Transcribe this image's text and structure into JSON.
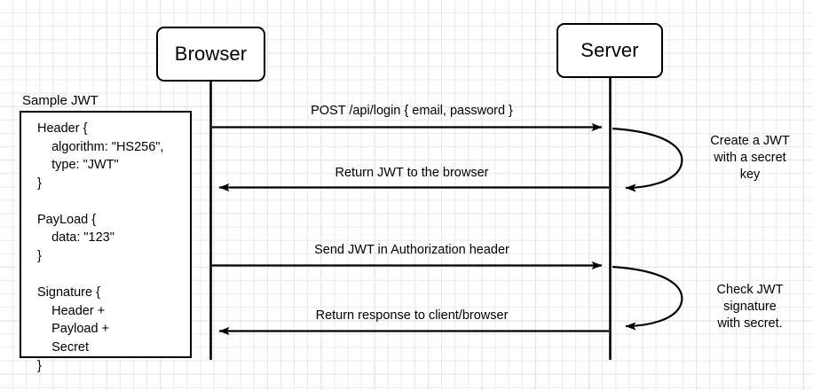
{
  "diagram": {
    "title": "JWT authentication sequence diagram",
    "background": "#ffffff",
    "grid_color": "#e8e8e8",
    "grid_major_color": "#d6d6d6",
    "line_color": "#000000"
  },
  "actors": [
    {
      "id": "browser",
      "label": "Browser"
    },
    {
      "id": "server",
      "label": "Server"
    }
  ],
  "messages": [
    {
      "id": "m1",
      "label": "POST /api/login { email, password }",
      "direction": "right"
    },
    {
      "id": "m2",
      "label": "Return JWT to the browser",
      "direction": "left"
    },
    {
      "id": "m3",
      "label": "Send JWT in Authorization header",
      "direction": "right"
    },
    {
      "id": "m4",
      "label": "Return response to client/browser",
      "direction": "left"
    }
  ],
  "notes": [
    {
      "id": "n1",
      "line1": "Create a JWT",
      "line2": "with a secret",
      "line3": "key"
    },
    {
      "id": "n2",
      "line1": "Check JWT",
      "line2": "signature",
      "line3": "with secret."
    }
  ],
  "jwt_sample": {
    "title": "Sample JWT",
    "code": "Header {\n    algorithm: \"HS256\",\n    type: \"JWT\"\n}\n\nPayLoad {\n    data: \"123\"\n}\n\nSignature {\n    Header +\n    Payload +\n    Secret\n}"
  }
}
